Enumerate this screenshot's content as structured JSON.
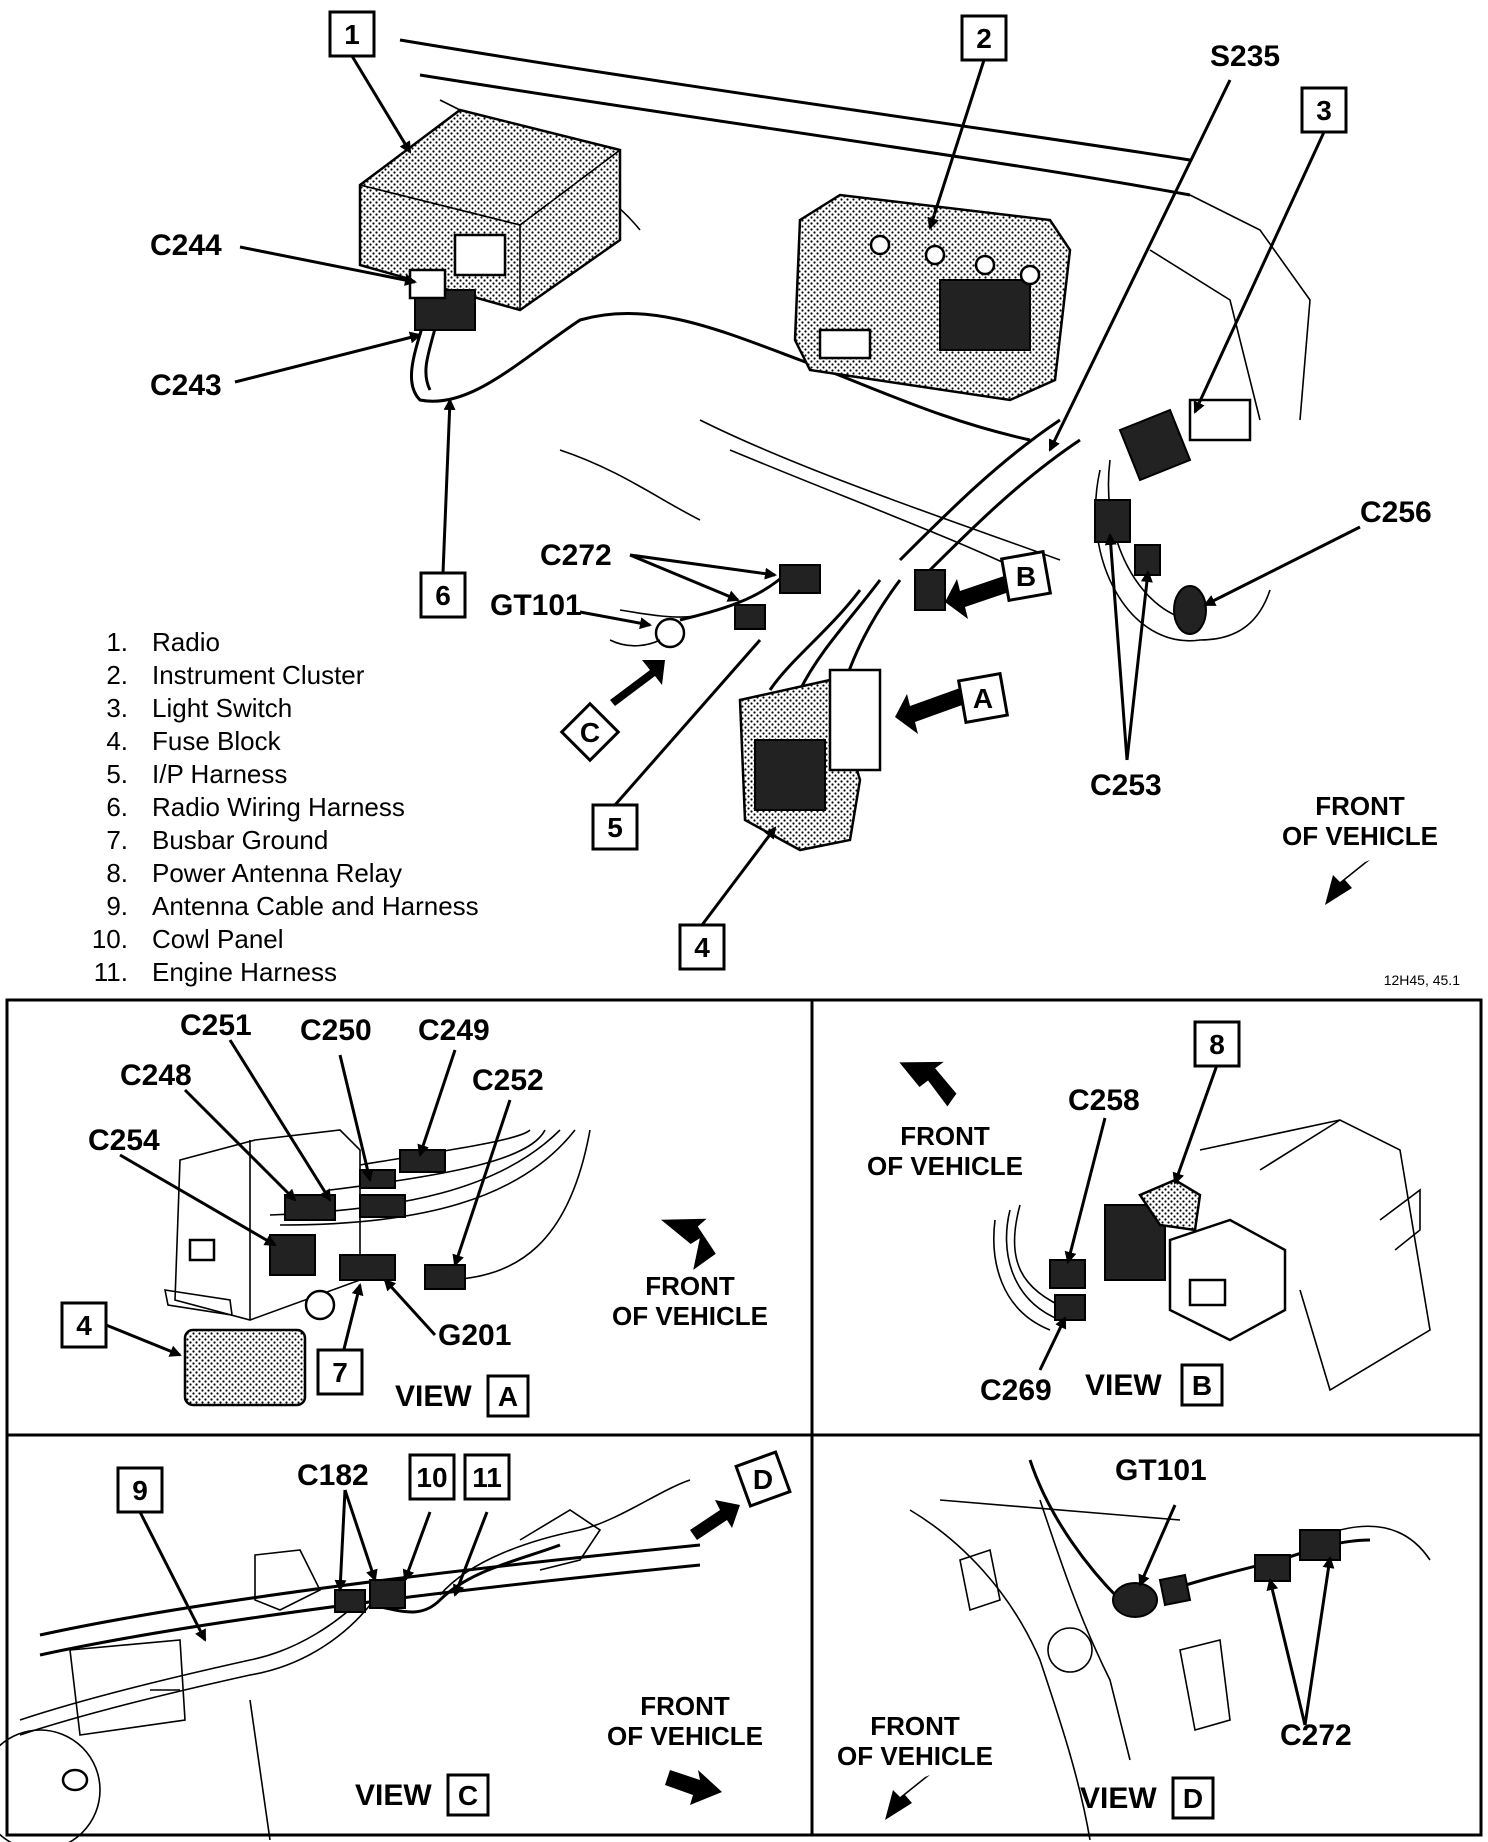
{
  "figure_code": "12H45, 45.1",
  "legend": [
    {
      "num": "1.",
      "text": "Radio"
    },
    {
      "num": "2.",
      "text": "Instrument Cluster"
    },
    {
      "num": "3.",
      "text": "Light Switch"
    },
    {
      "num": "4.",
      "text": "Fuse Block"
    },
    {
      "num": "5.",
      "text": "I/P Harness"
    },
    {
      "num": "6.",
      "text": "Radio Wiring Harness"
    },
    {
      "num": "7.",
      "text": "Busbar Ground"
    },
    {
      "num": "8.",
      "text": "Power Antenna Relay"
    },
    {
      "num": "9.",
      "text": "Antenna Cable and Harness"
    },
    {
      "num": "10.",
      "text": "Cowl Panel"
    },
    {
      "num": "11.",
      "text": "Engine Harness"
    }
  ],
  "main_view": {
    "callouts": [
      "1",
      "2",
      "3",
      "4",
      "5",
      "6"
    ],
    "connectors": [
      "S235",
      "C244",
      "C243",
      "C272",
      "GT101",
      "C256",
      "C253"
    ],
    "view_arrows": [
      "A",
      "B",
      "C"
    ],
    "front_line1": "FRONT",
    "front_line2": "OF VEHICLE"
  },
  "view_a": {
    "view_word": "VIEW",
    "view_letter": "A",
    "connectors": [
      "C251",
      "C250",
      "C249",
      "C248",
      "C252",
      "C254",
      "G201"
    ],
    "callouts": [
      "4",
      "7"
    ],
    "front_line1": "FRONT",
    "front_line2": "OF VEHICLE"
  },
  "view_b": {
    "view_word": "VIEW",
    "view_letter": "B",
    "connectors": [
      "C258",
      "C269"
    ],
    "callouts": [
      "8"
    ],
    "front_line1": "FRONT",
    "front_line2": "OF VEHICLE"
  },
  "view_c": {
    "view_word": "VIEW",
    "view_letter": "C",
    "connectors": [
      "C182"
    ],
    "callouts": [
      "9",
      "10",
      "11"
    ],
    "arrow_letter": "D",
    "front_line1": "FRONT",
    "front_line2": "OF VEHICLE"
  },
  "view_d": {
    "view_word": "VIEW",
    "view_letter": "D",
    "connectors": [
      "GT101",
      "C272"
    ],
    "front_line1": "FRONT",
    "front_line2": "OF VEHICLE"
  }
}
